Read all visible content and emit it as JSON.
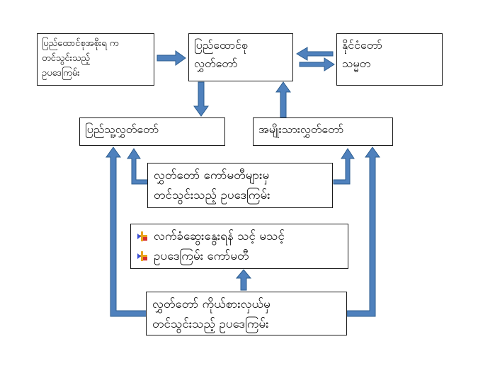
{
  "boxes": {
    "union_gov": {
      "lines": [
        "ပြည်ထောင်စုအစိုးရ က",
        "တင်သွင်းသည့်",
        "ဥပဒေကြမ်း"
      ]
    },
    "union_parliament": {
      "lines": [
        "ပြည်ထောင်စု",
        "လွှတ်တော်"
      ]
    },
    "president": {
      "lines": [
        "နိုင်ငံတော်",
        "သမ္မတ"
      ]
    },
    "pyithu": {
      "lines": [
        "ပြည်သူ့လွှတ်တော်"
      ]
    },
    "amyotha": {
      "lines": [
        "အမျိုးသားလွှတ်တော်"
      ]
    },
    "committees": {
      "lines": [
        "လွှတ်တော် ကော်မတီများမှ",
        "တင်သွင်းသည့် ဥပဒေကြမ်း"
      ]
    },
    "bill_committee": {
      "items": [
        "လက်ခံဆွေးနွေးရန် သင့် မသင့်",
        "ဥပဒေကြမ်း ကော်မတီ"
      ],
      "icon": "flag-arrow-icon"
    },
    "representatives": {
      "lines": [
        "လွှတ်တော် ကိုယ်စားလှယ်မှ",
        "တင်သွင်းသည့် ဥပဒေကြမ်း"
      ]
    }
  },
  "colors": {
    "arrow_fill": "#4f81bd",
    "arrow_stroke": "#2c5d8f",
    "box_border": "#1a1a1a"
  }
}
